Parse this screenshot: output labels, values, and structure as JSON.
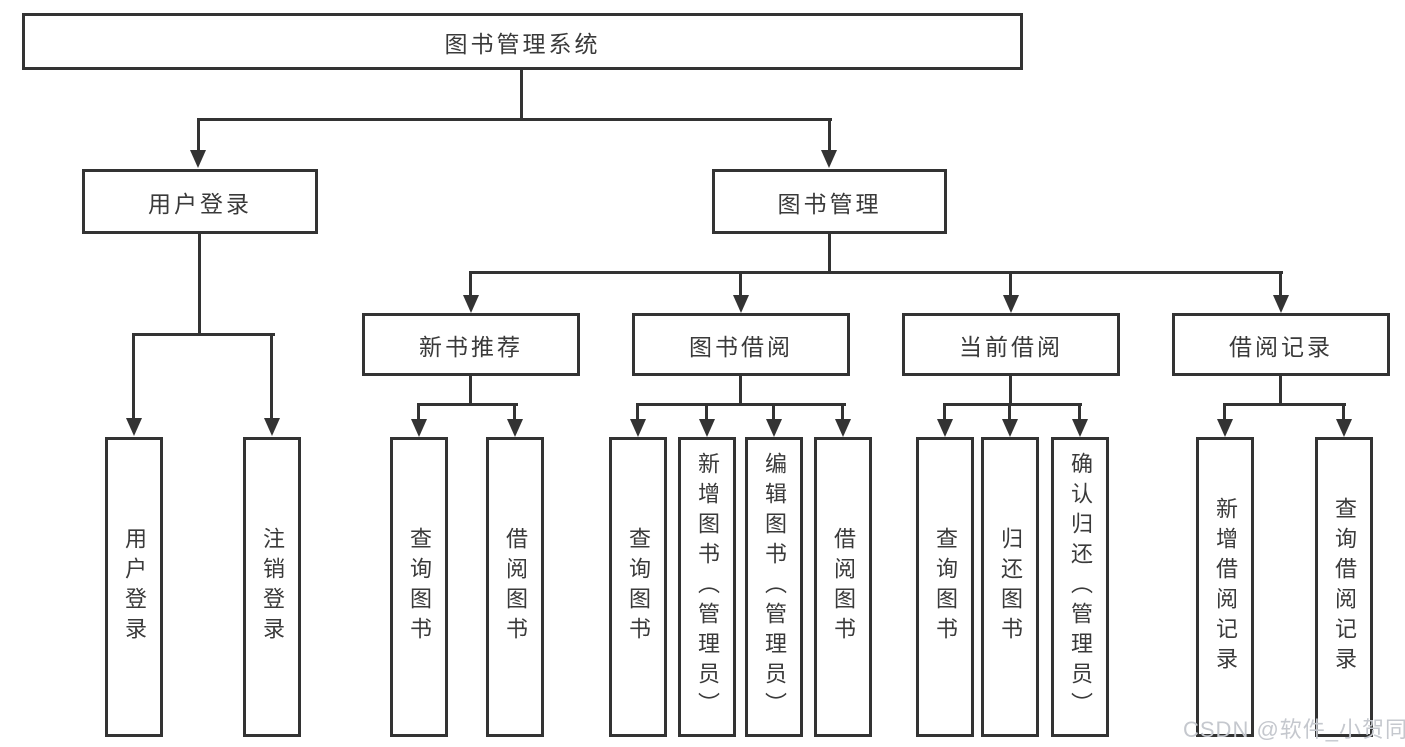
{
  "nodes": {
    "root": "图书管理系统",
    "user_login": "用户登录",
    "book_mgmt": "图书管理",
    "new_book_rec": "新书推荐",
    "book_borrow": "图书借阅",
    "current_borrow": "当前借阅",
    "borrow_record": "借阅记录",
    "ul_user_login": "用户登录",
    "ul_logout": "注销登录",
    "nb_query_book": "查询图书",
    "nb_borrow_book": "借阅图书",
    "bb_query_book": "查询图书",
    "bb_add_book": "新增图书（管理员）",
    "bb_edit_book": "编辑图书（管理员）",
    "bb_borrow_book": "借阅图书",
    "cb_query_book": "查询图书",
    "cb_return_book": "归还图书",
    "cb_confirm_return": "确认归还（管理员）",
    "br_add_record": "新增借阅记录",
    "br_query_record": "查询借阅记录"
  },
  "watermark": "CSDN @软件_小贺同学",
  "colors": {
    "line": "#333333",
    "text": "#3a3a3a",
    "watermark": "#c5c8ce",
    "background": "#ffffff"
  }
}
